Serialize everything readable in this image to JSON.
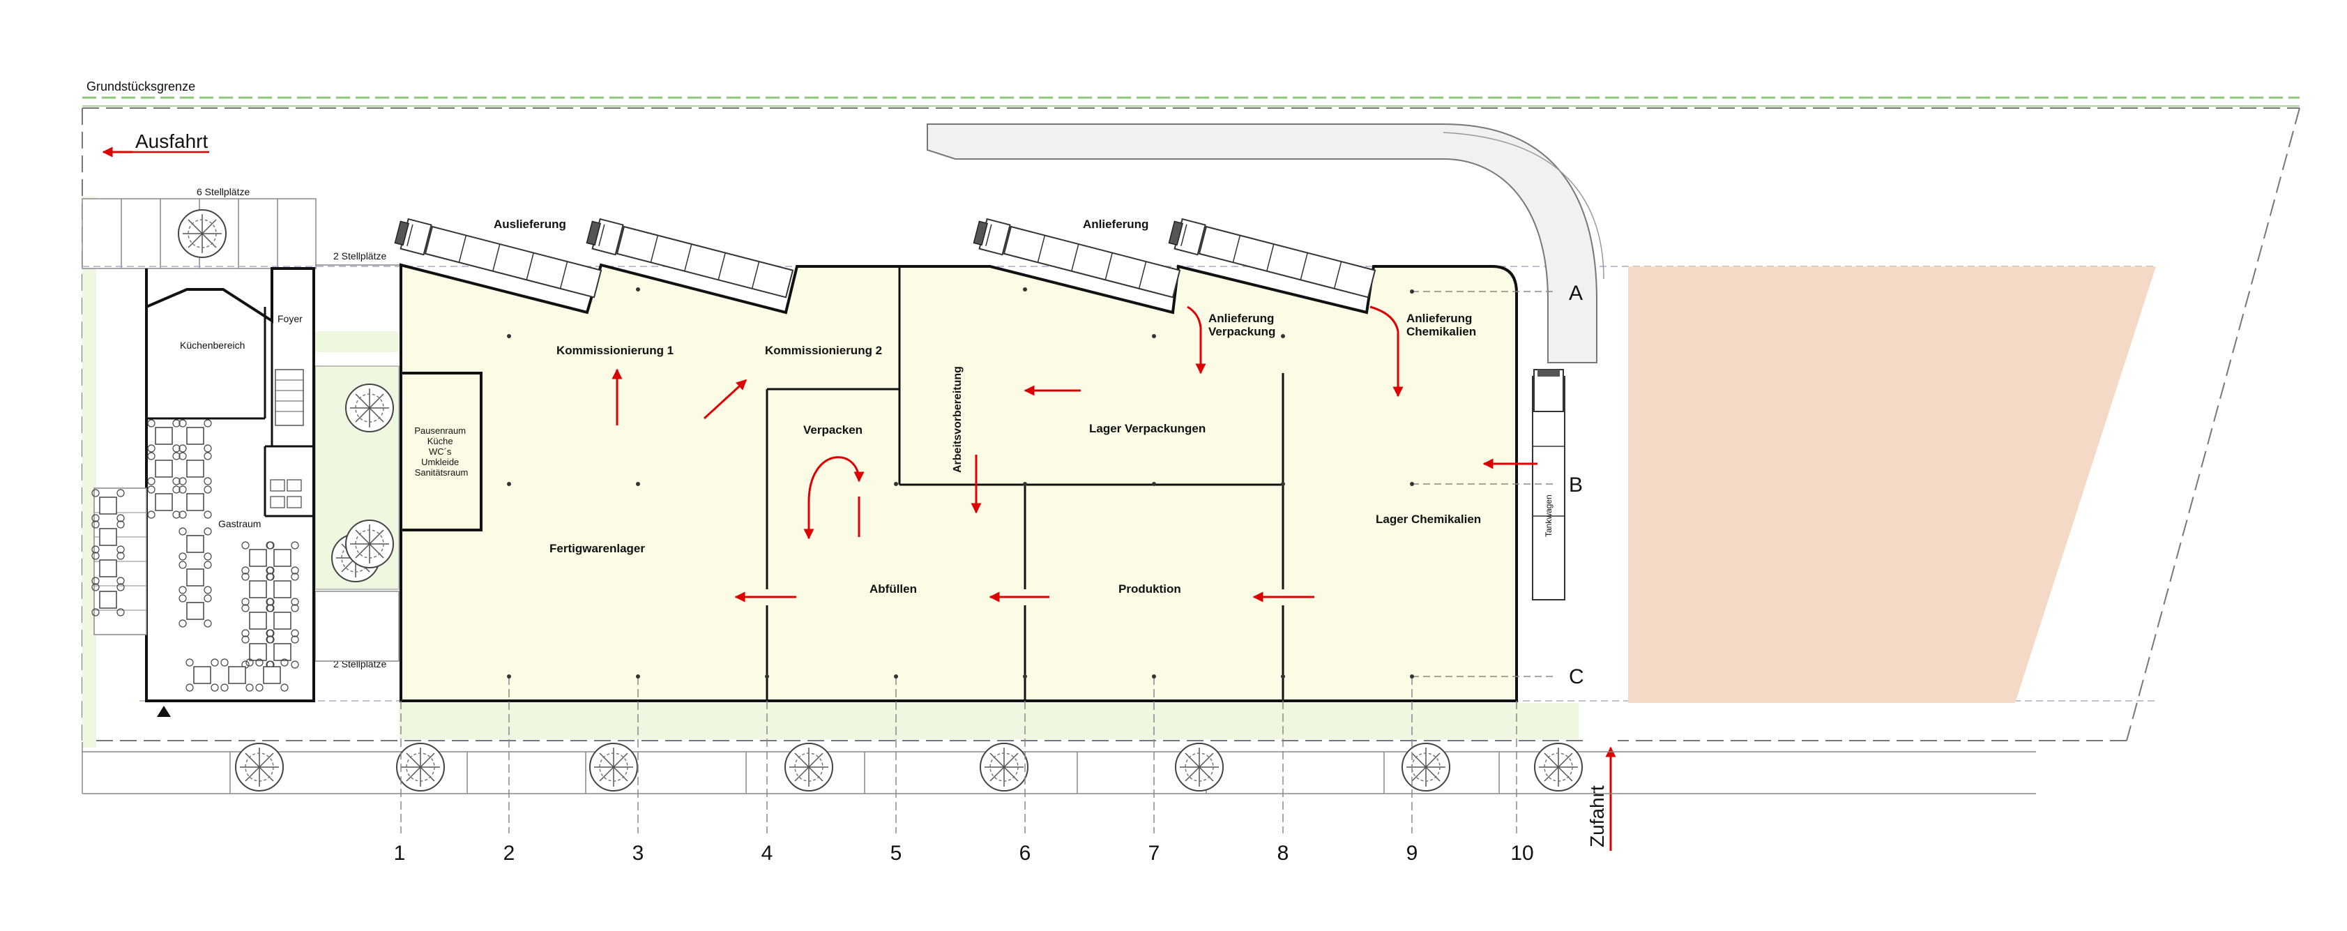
{
  "labels": {
    "grundstuecksgrenze": "Grundstücksgrenze",
    "ausfahrt": "Ausfahrt",
    "zufahrt": "Zufahrt",
    "stellplaetze_6": "6 Stellplätze",
    "stellplaetze_2_top": "2 Stellplätze",
    "stellplaetze_2_bottom": "2 Stellplätze",
    "auslieferung": "Auslieferung",
    "anlieferung": "Anlieferung",
    "anlieferung_verpackung": [
      "Anlieferung",
      "Verpackung"
    ],
    "anlieferung_chemikalien": [
      "Anlieferung",
      "Chemikalien"
    ],
    "kuechenbereich": "Küchenbereich",
    "foyer": "Foyer",
    "gastraum": "Gastraum",
    "pausenraum": [
      "Pausenraum",
      "Küche",
      "WC´s",
      "Umkleide",
      "Sanitätsraum"
    ],
    "kommissionierung_1": "Kommissionierung 1",
    "kommissionierung_2": "Kommissionierung 2",
    "verpacken": "Verpacken",
    "arbeitsvorbereitung": "Arbeitsvorbereitung",
    "lager_verpackungen": "Lager Verpackungen",
    "fertigwarenlager": "Fertigwarenlager",
    "abfuellen": "Abfüllen",
    "produktion": "Produktion",
    "lager_chemikalien": "Lager Chemikalien",
    "tankwagen": "Tankwagen"
  },
  "axes": {
    "columns": [
      "1",
      "2",
      "3",
      "4",
      "5",
      "6",
      "7",
      "8",
      "9",
      "10"
    ],
    "rows": [
      "A",
      "B",
      "C"
    ]
  },
  "colors": {
    "building_fill": "#fcfbe6",
    "green_area": "#eef7df",
    "neighbor_fill": "#f4d9c7",
    "arrow": "#dd0000",
    "boundary": "#8fc47a",
    "wall": "#111111"
  }
}
